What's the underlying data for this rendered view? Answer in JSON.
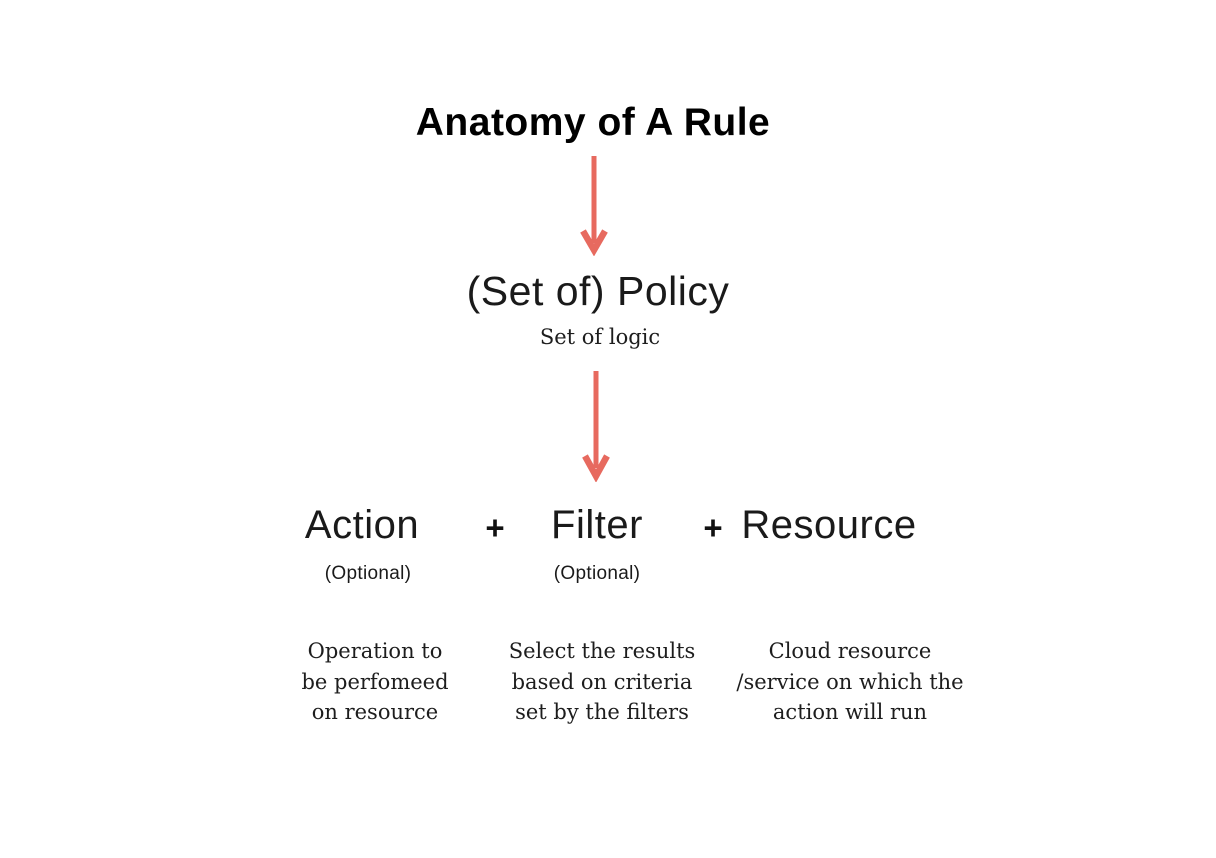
{
  "colors": {
    "background": "#ffffff",
    "text": "#111111",
    "arrow": "#e76a5f"
  },
  "title": "Anatomy of A Rule",
  "policy": {
    "label": "(Set of) Policy",
    "sublabel": "Set of logic"
  },
  "rule_parts": {
    "action": {
      "label": "Action",
      "optional": "(Optional)",
      "description": "Operation to\nbe perfomeed\non resource"
    },
    "plus_1": "+",
    "filter": {
      "label": "Filter",
      "optional": "(Optional)",
      "description": "Select the results\nbased on criteria\nset by the filters"
    },
    "plus_2": "+",
    "resource": {
      "label": "Resource",
      "description": "Cloud resource\n/service on which the\naction will run"
    }
  }
}
